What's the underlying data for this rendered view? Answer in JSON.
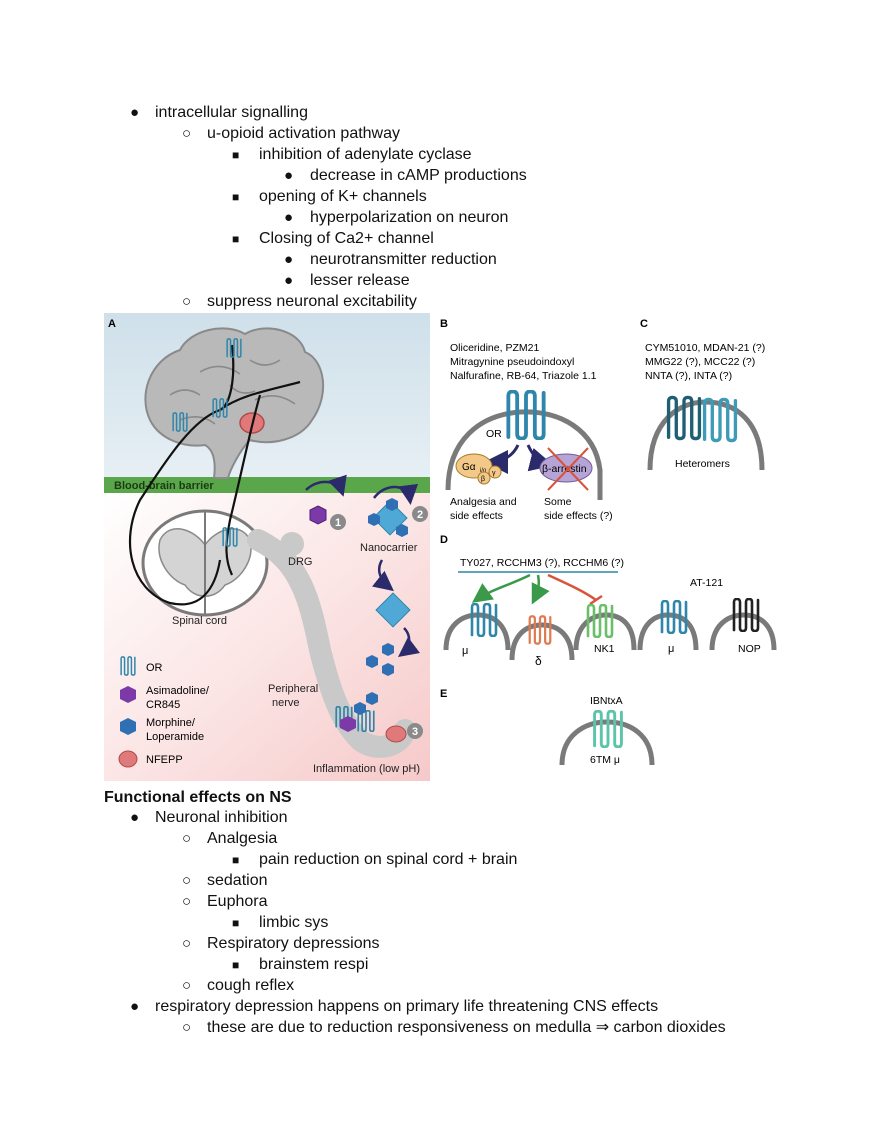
{
  "notes_top": [
    {
      "level": 1,
      "bullet": "●",
      "text": "intracellular signalling"
    },
    {
      "level": 2,
      "bullet": "○",
      "text": "u-opioid activation pathway"
    },
    {
      "level": 3,
      "bullet": "■",
      "text": "inhibition of adenylate cyclase"
    },
    {
      "level": 4,
      "bullet": "●",
      "text": "decrease in cAMP productions"
    },
    {
      "level": 3,
      "bullet": "■",
      "text": "opening of K+ channels"
    },
    {
      "level": 4,
      "bullet": "●",
      "text": "hyperpolarization on neuron"
    },
    {
      "level": 3,
      "bullet": "■",
      "text": "Closing of Ca2+ channel"
    },
    {
      "level": 4,
      "bullet": "●",
      "text": "neurotransmitter reduction"
    },
    {
      "level": 4,
      "bullet": "●",
      "text": "lesser release"
    },
    {
      "level": 2,
      "bullet": "○",
      "text": "suppress neuronal excitability"
    }
  ],
  "figure": {
    "panel_a": {
      "label": "A",
      "bbb": "Blood-brain barrier",
      "spinal_cord": "Spinal cord",
      "drg": "DRG",
      "nanocarrier": "Nanocarrier",
      "peripheral_line1": "Peripheral",
      "peripheral_line2": "nerve",
      "inflammation": "Inflammation (low pH)",
      "step1": "1",
      "step2": "2",
      "step3": "3",
      "legend": {
        "or": "OR",
        "asimadoline_1": "Asimadoline/",
        "asimadoline_2": "CR845",
        "morphine_1": "Morphine/",
        "morphine_2": "Loperamide",
        "nfepp": "NFEPP"
      }
    },
    "panel_b": {
      "label": "B",
      "drugs_1": "Oliceridine, PZM21",
      "drugs_2": "Mitragynine pseudoindoxyl",
      "drugs_3": "Nalfurafine, RB-64, Triazole 1.1",
      "or": "OR",
      "g_protein": "Gα",
      "g_sub": "i/o",
      "beta": "β",
      "gamma": "γ",
      "arrestin": "β-arrestin",
      "effect1_1": "Analgesia and",
      "effect1_2": "side effects",
      "effect2_1": "Some",
      "effect2_2": "side effects (?)"
    },
    "panel_c": {
      "label": "C",
      "drugs_1": "CYM51010, MDAN-21 (?)",
      "drugs_2": "MMG22 (?), MCC22 (?)",
      "drugs_3": "NNTA (?), INTA (?)",
      "heteromers": "Heteromers"
    },
    "panel_d": {
      "label": "D",
      "drugs": "TY027, RCCHM3 (?), RCCHM6 (?)",
      "at121": "AT-121",
      "mu": "μ",
      "delta": "δ",
      "nk1": "NK1",
      "mu2": "μ",
      "nop": "NOP"
    },
    "panel_e": {
      "label": "E",
      "drug": "IBNtxA",
      "receptor": "6TM μ"
    },
    "colors": {
      "receptor_blue": "#2e86ab",
      "delta_orange": "#e07a50",
      "nk1_green": "#6abf69",
      "heteromer_dark": "#1f5f73",
      "ibntxa_teal": "#5cc4a8",
      "arrow_green": "#3a9a4a",
      "arrow_red": "#d9533a",
      "arrow_navy": "#2b2a6b",
      "bbb_green": "#5aa64b",
      "purple": "#7c3aa8",
      "hex_blue": "#2f6fb3",
      "nfepp_red": "#e07a7a"
    }
  },
  "notes_bottom": [
    {
      "level": 0,
      "bullet": "",
      "text": "Functional effects on NS",
      "bold": true
    },
    {
      "level": 1,
      "bullet": "●",
      "text": "Neuronal inhibition"
    },
    {
      "level": 2,
      "bullet": "○",
      "text": "Analgesia"
    },
    {
      "level": 3,
      "bullet": "■",
      "text": "pain reduction on spinal cord + brain"
    },
    {
      "level": 2,
      "bullet": "○",
      "text": "sedation"
    },
    {
      "level": 2,
      "bullet": "○",
      "text": "Euphora"
    },
    {
      "level": 3,
      "bullet": "■",
      "text": "limbic sys"
    },
    {
      "level": 2,
      "bullet": "○",
      "text": "Respiratory depressions"
    },
    {
      "level": 3,
      "bullet": "■",
      "text": "brainstem respi"
    },
    {
      "level": 2,
      "bullet": "○",
      "text": "cough reflex"
    },
    {
      "level": 1,
      "bullet": "●",
      "text": "respiratory depression happens on primary life threatening CNS effects"
    },
    {
      "level": 2,
      "bullet": "○",
      "text": "these are due to reduction responsiveness on medulla ⇒ carbon dioxides"
    }
  ]
}
